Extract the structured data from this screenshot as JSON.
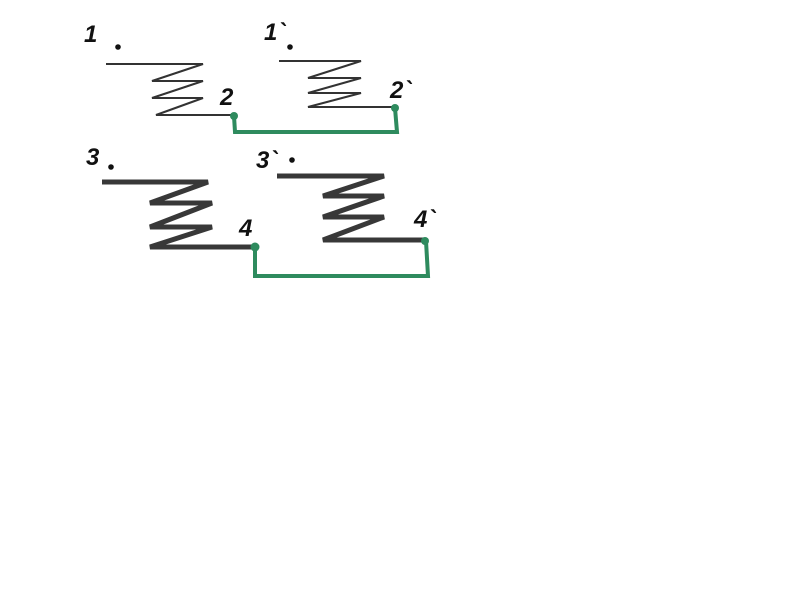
{
  "colors": {
    "wire": "#2e8b5e",
    "coil": "#333333",
    "dot": "#111111"
  },
  "labels": {
    "t1": "1",
    "t2": "2",
    "t1p": "1`",
    "t2p": "2`",
    "t3": "3",
    "t4": "4",
    "t3p": "3`",
    "t4p": "4`"
  }
}
